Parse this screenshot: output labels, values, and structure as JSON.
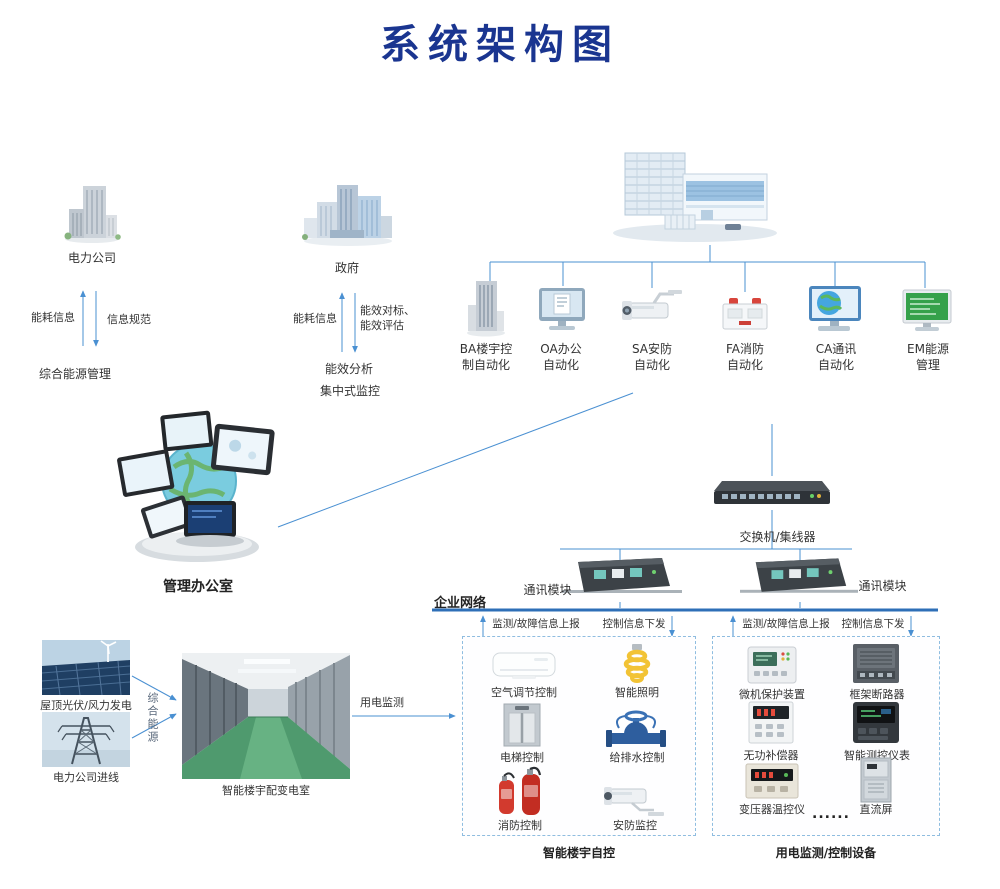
{
  "title": "系统架构图",
  "colors": {
    "title": "#1a3590",
    "connector": "#4a90d2",
    "network_line": "#2e6fb7",
    "dashed_border": "#8fbde0"
  },
  "left_flow": {
    "company": "电力公司",
    "up_label": "能耗信息",
    "down_label": "信息规范",
    "bottom": "综合能源管理"
  },
  "mid_flow": {
    "government": "政府",
    "up_label": "能耗信息",
    "down_label_line1": "能效对标、",
    "down_label_line2": "能效评估",
    "bottom_line1": "能效分析",
    "bottom_line2": "集中式监控"
  },
  "automation_row": {
    "items": [
      {
        "line1": "BA楼宇控",
        "line2": "制自动化"
      },
      {
        "line1": "OA办公",
        "line2": "自动化"
      },
      {
        "line1": "SA安防",
        "line2": "自动化"
      },
      {
        "line1": "FA消防",
        "line2": "自动化"
      },
      {
        "line1": "CA通讯",
        "line2": "自动化"
      },
      {
        "line1": "EM能源",
        "line2": "管理"
      }
    ]
  },
  "management_office_label": "管理办公室",
  "network": {
    "switch_label": "交换机/集线器",
    "comm_left": "通讯模块",
    "comm_right": "通讯模块",
    "enterprise": "企业网络",
    "report_left": "监测/故障信息上报",
    "control_left": "控制信息下发",
    "report_right": "监测/故障信息上报",
    "control_right": "控制信息下发"
  },
  "bottom_left": {
    "solar": "屋顶光伏/风力发电",
    "inlet": "电力公司进线",
    "vertical": "综合能源",
    "substation": "智能楼宇配变电室",
    "monitor": "用电监测"
  },
  "building_auto": {
    "items": [
      "空气调节控制",
      "智能照明",
      "电梯控制",
      "给排水控制",
      "消防控制",
      "安防监控"
    ],
    "label": "智能楼宇自控"
  },
  "power_devices": {
    "items": [
      "微机保护装置",
      "框架断路器",
      "无功补偿器",
      "智能测控仪表",
      "变压器温控仪",
      "直流屏"
    ],
    "dots": "......",
    "label": "用电监测/控制设备"
  }
}
